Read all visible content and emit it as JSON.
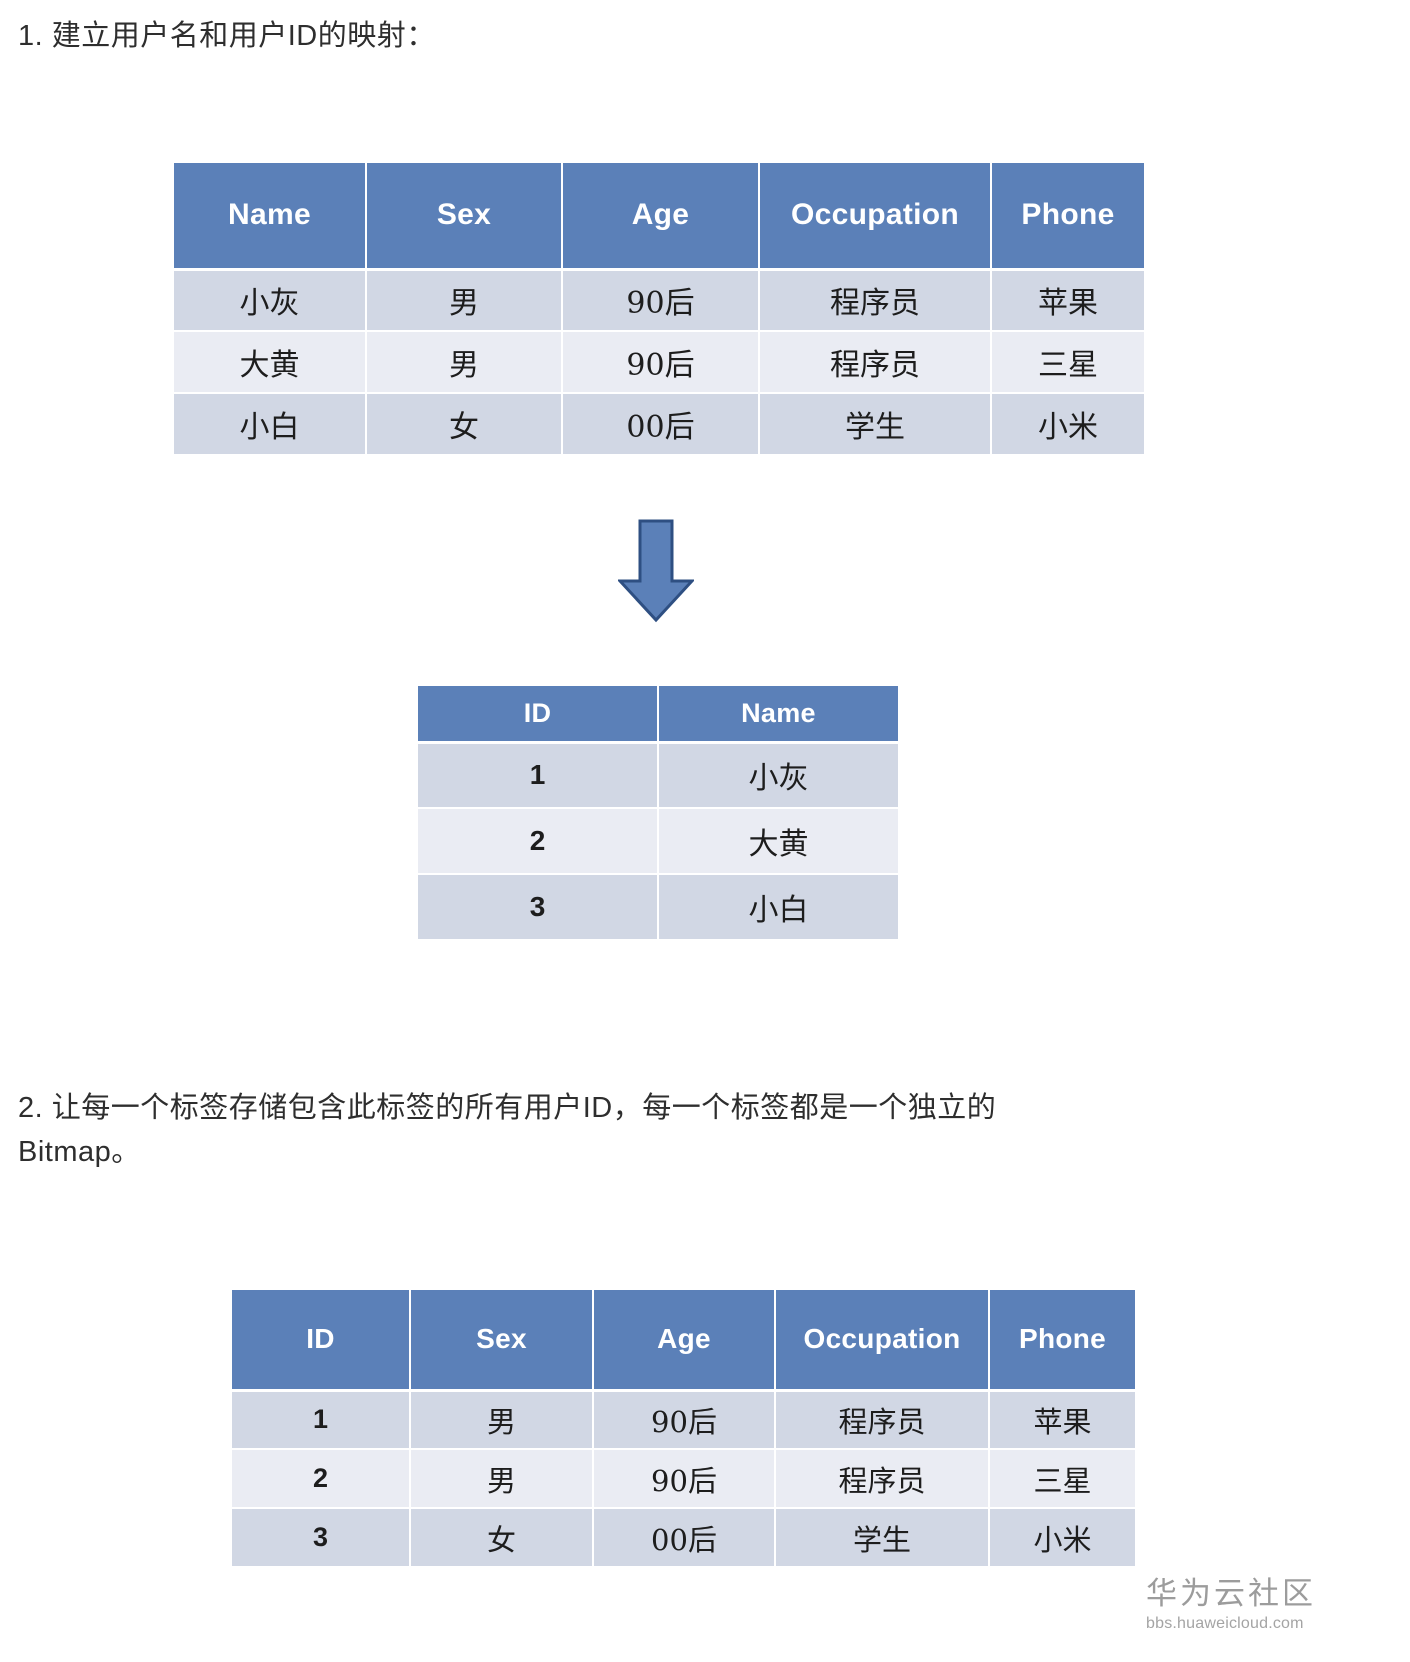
{
  "page": {
    "background": "#ffffff",
    "accent": "#5b80b8",
    "row_odd": "#d1d7e4",
    "row_even": "#eaecf3",
    "text_color": "#2e2e2e"
  },
  "heading_1": "1. 建立用户名和用户ID的映射：",
  "heading_2": "2. 让每一个标签存储包含此标签的所有用户ID，每一个标签都是一个独立的\nBitmap。",
  "table_users": {
    "columns": [
      "Name",
      "Sex",
      "Age",
      "Occupation",
      "Phone"
    ],
    "rows": [
      [
        "小灰",
        "男",
        "90后",
        "程序员",
        "苹果"
      ],
      [
        "大黄",
        "男",
        "90后",
        "程序员",
        "三星"
      ],
      [
        "小白",
        "女",
        "00后",
        "学生",
        "小米"
      ]
    ]
  },
  "arrow": {
    "direction": "down",
    "fill": "#5b80b8",
    "stroke": "#2e4f82",
    "icon": "arrow-down-icon"
  },
  "table_idname": {
    "columns": [
      "ID",
      "Name"
    ],
    "rows": [
      [
        "1",
        "小灰"
      ],
      [
        "2",
        "大黄"
      ],
      [
        "3",
        "小白"
      ]
    ]
  },
  "table_tags": {
    "columns": [
      "ID",
      "Sex",
      "Age",
      "Occupation",
      "Phone"
    ],
    "rows": [
      [
        "1",
        "男",
        "90后",
        "程序员",
        "苹果"
      ],
      [
        "2",
        "男",
        "90后",
        "程序员",
        "三星"
      ],
      [
        "3",
        "女",
        "00后",
        "学生",
        "小米"
      ]
    ]
  },
  "watermark": {
    "title": "华为云社区",
    "url": "bbs.huaweicloud.com"
  }
}
